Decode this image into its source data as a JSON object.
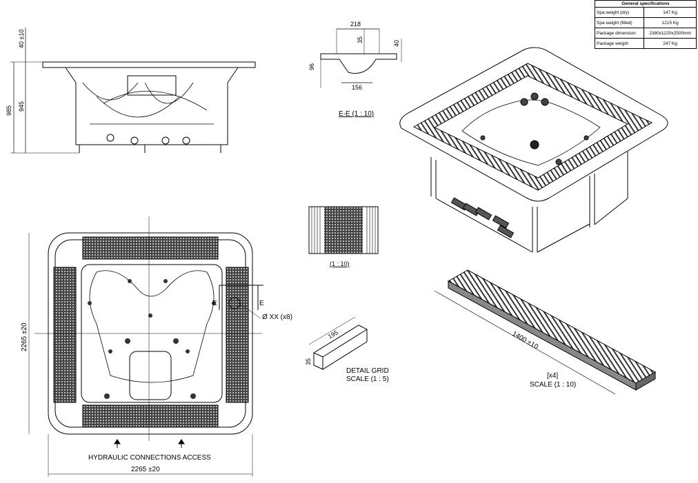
{
  "specs": {
    "title": "General specifications",
    "rows": [
      {
        "label": "Spa weight (dry)",
        "value": "147 Kg"
      },
      {
        "label": "Spa weight (filled)",
        "value": "1215 Kg"
      },
      {
        "label": "Package dimension",
        "value": "2380x1220x2500mm"
      },
      {
        "label": "Package weight",
        "value": "247 Kg"
      }
    ]
  },
  "side_view": {
    "dim_top": "40 ±10",
    "dim_total": "985",
    "dim_body": "945"
  },
  "section": {
    "dim_width_top": "218",
    "dim_35": "35",
    "dim_40": "40",
    "dim_96": "96",
    "dim_width_bottom": "156",
    "label": "E-E (1 : 10)"
  },
  "grid_detail": {
    "label": "(1 : 10)"
  },
  "grid_piece": {
    "dim_length": "195",
    "dim_height": "35",
    "label_line1": "DETAIL GRID",
    "label_line2": "SCALE (1 : 5)"
  },
  "long_grid": {
    "dim_length": "1400 ±10",
    "qty": "[x4]",
    "scale": "SCALE (1 : 10)"
  },
  "top_view": {
    "dim_height": "2265 ±20",
    "dim_width": "2265 ±20",
    "jets_note": "Ø XX (x8)",
    "section_mark": "E",
    "access_note": "HYDRAULIC CONNECTIONS ACCESS"
  }
}
